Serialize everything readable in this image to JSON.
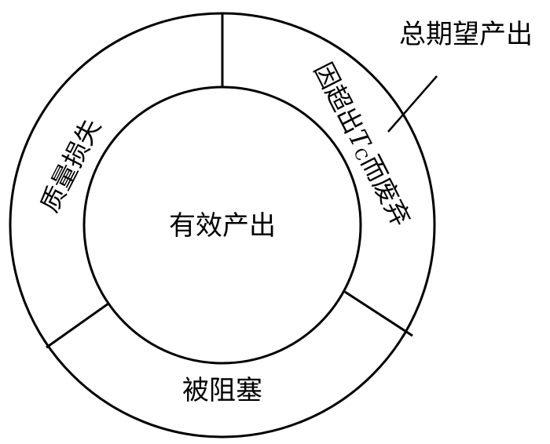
{
  "diagram": {
    "center_label": "有效产出",
    "outer_callout": "总期望产出",
    "segments": {
      "quality_loss": "质量损失",
      "blocked": "被阻塞",
      "waste_prefix": "因超出",
      "waste_var": "T",
      "waste_subscript": "C",
      "waste_suffix": "而废弃"
    }
  }
}
